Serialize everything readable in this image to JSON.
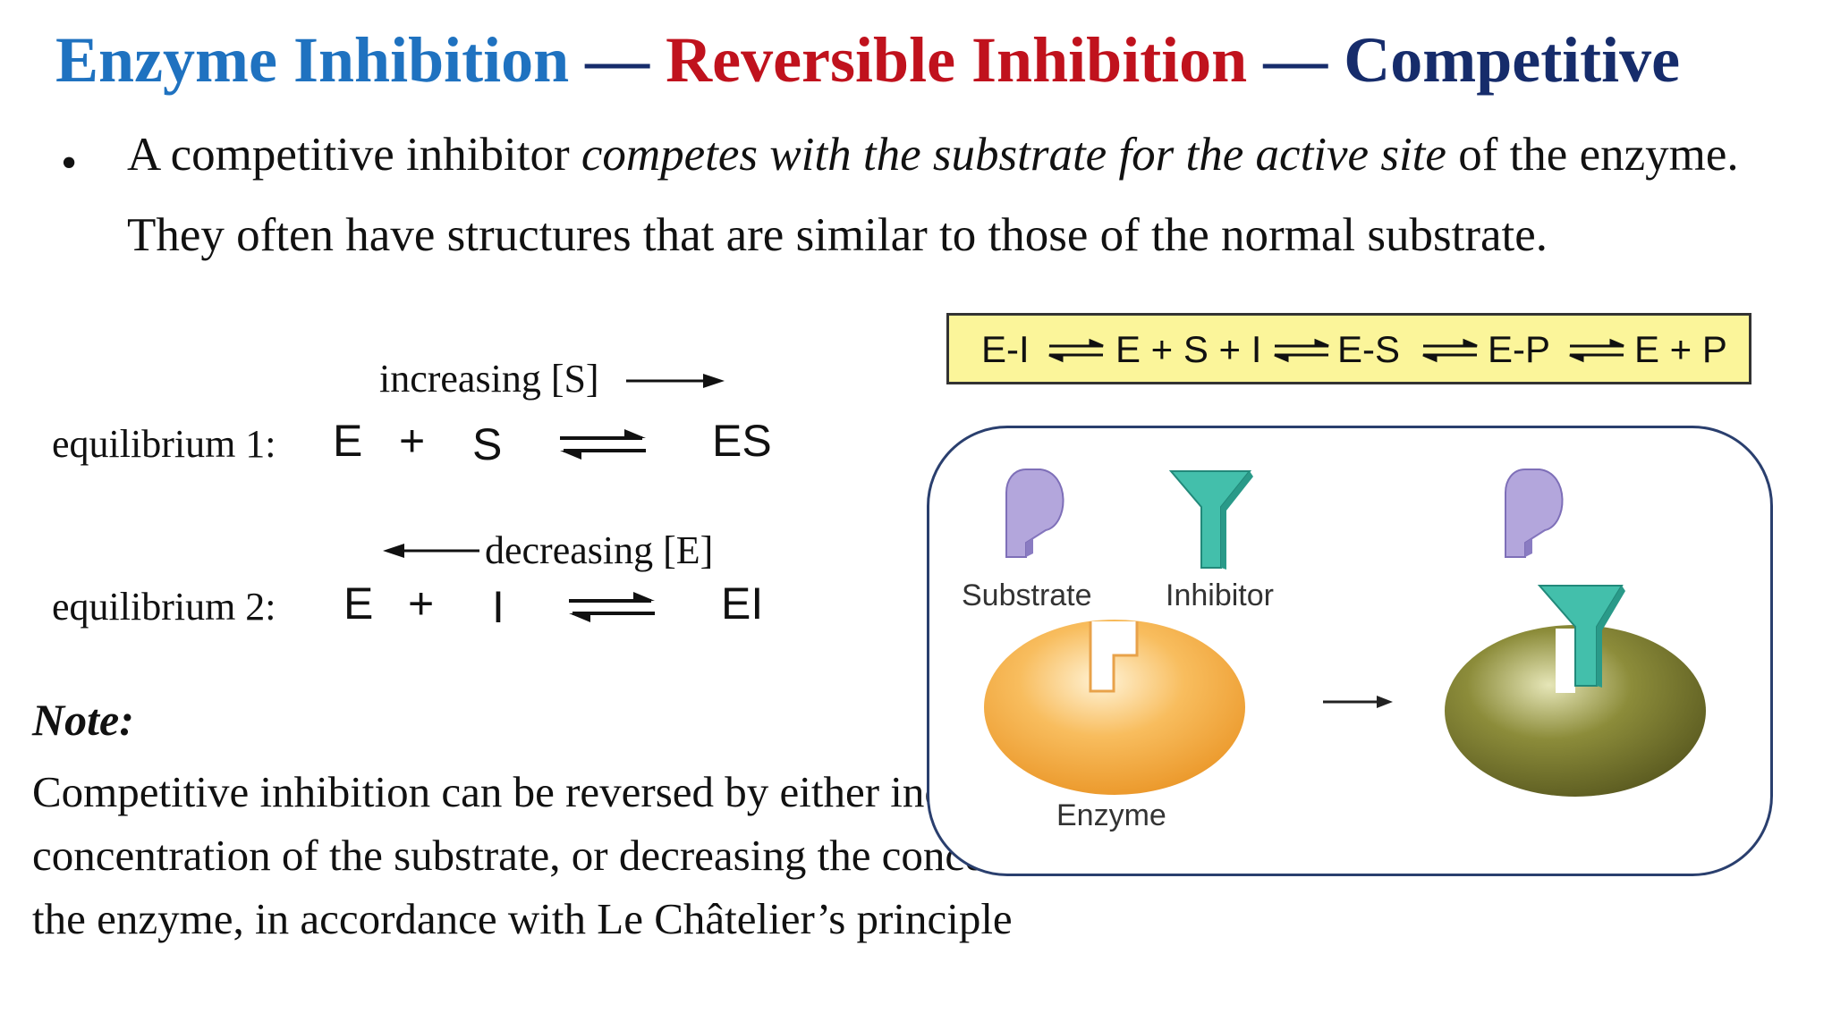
{
  "title": {
    "part1": "Enzyme Inhibition",
    "sep1": " — ",
    "part2": "Reversible Inhibition",
    "sep2": " — ",
    "part3": "Competitive",
    "colors": {
      "part1": "#1f72c0",
      "part2": "#c0121d",
      "part3": "#162c6b"
    }
  },
  "bullet": {
    "symbol": "•",
    "text_before": "A competitive inhibitor ",
    "text_italic": "competes with the substrate for the active site",
    "text_after": " of the enzyme. They often have structures that are similar to those of the normal substrate."
  },
  "equilibria": {
    "eq1": {
      "label": "equilibrium 1:",
      "lhs1": "E",
      "plus": "+",
      "lhs2": "S",
      "rhs": "ES",
      "shift_label": "increasing [S]"
    },
    "eq2": {
      "label": "equilibrium 2:",
      "lhs1": "E",
      "plus": "+",
      "lhs2": "I",
      "rhs": "EI",
      "shift_label": "decreasing [E]"
    }
  },
  "note": {
    "title": "Note:",
    "text": "Competitive inhibition can be reversed by either increasing the concentration of the substrate, or decreasing the concentration of the enzyme, in accordance with Le Châtelier’s principle"
  },
  "scheme": {
    "terms": [
      "E-I",
      "E + S + I",
      "E-S",
      "E-P",
      "E + P"
    ],
    "background": "#fbf59a"
  },
  "diagram": {
    "labels": {
      "substrate": "Substrate",
      "inhibitor": "Inhibitor",
      "enzyme": "Enzyme"
    },
    "colors": {
      "substrate": "#a99ad6",
      "inhibitor": "#3fb8a6",
      "enzyme_free": "#f4a83c",
      "enzyme_bound": "#7a7a2c"
    }
  }
}
